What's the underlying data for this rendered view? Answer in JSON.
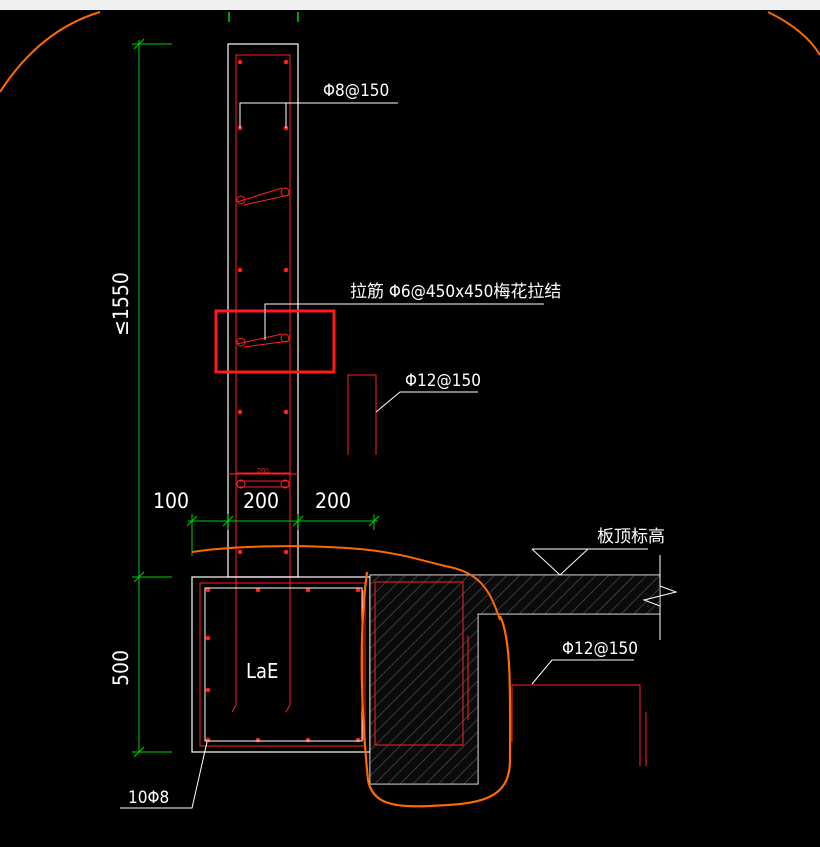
{
  "drawing": {
    "labels": {
      "top_bar_rebar": "Φ8@150",
      "tie_bar": "拉筋 Φ6@450x450梅花拉结",
      "vertical_bar": "Φ12@150",
      "slab_bar": "Φ12@150",
      "slab_top_elevation": "板顶标高",
      "height_dim": "≤1550",
      "base_height_dim": "500",
      "dim_left": "100",
      "dim_mid": "200",
      "dim_right": "200",
      "small_dim": "200",
      "anchorage": "LaE",
      "bottom_bars": "10Φ8"
    },
    "colors": {
      "background": "#000000",
      "outline": "#ffffff",
      "rebar": "#ff2020",
      "dimension": "#00d000",
      "markup": "#ff6a00",
      "highlight_box": "#ff1a1a",
      "hatch": "#8a8a8a"
    }
  }
}
